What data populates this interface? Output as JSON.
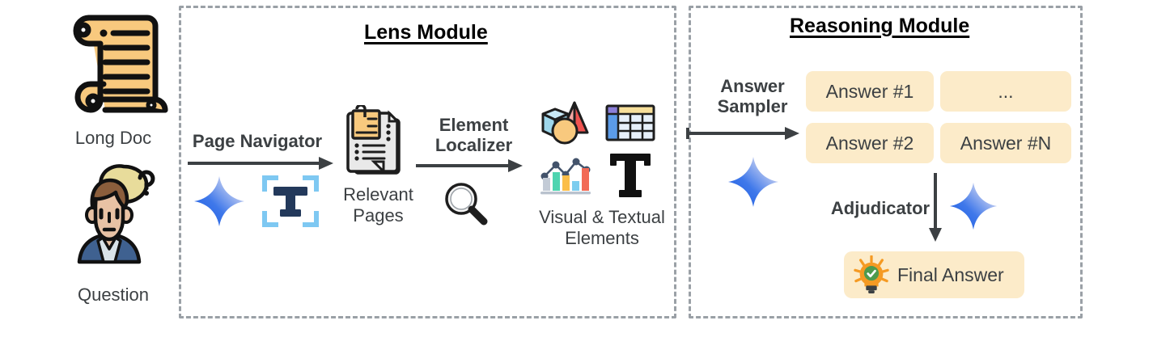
{
  "inputs": [
    {
      "icon": "scroll-document-icon",
      "label": "Long Doc"
    },
    {
      "icon": "person-question-icon",
      "label": "Question"
    }
  ],
  "lens_module": {
    "title": "Lens Module",
    "steps": [
      {
        "label": "Page Navigator",
        "icons": [
          "gemini-sparkle-icon",
          "text-detect-icon"
        ]
      },
      {
        "label": "Element Localizer",
        "icons": [
          "magnifier-icon"
        ]
      }
    ],
    "artifacts": [
      {
        "icon": "documents-stack-icon",
        "label": "Relevant\nPages"
      },
      {
        "icon": "visual-textual-elements-icon",
        "label": "Visual & Textual\nElements"
      }
    ],
    "element_icons": [
      "shapes-3d-icon",
      "table-icon",
      "bar-line-chart-icon",
      "letter-t-icon"
    ]
  },
  "reasoning_module": {
    "title": "Reasoning Module",
    "sampler_label": "Answer\nSampler",
    "sampler_icon": "gemini-sparkle-icon",
    "answers": [
      {
        "text": "Answer #1"
      },
      {
        "text": "..."
      },
      {
        "text": "Answer #2"
      },
      {
        "text": "Answer #N"
      }
    ],
    "adjudicator_label": "Adjudicator",
    "adjudicator_icon": "gemini-sparkle-icon",
    "final_answer": {
      "icon": "lightbulb-check-icon",
      "label": "Final Answer"
    }
  },
  "colors": {
    "frame_dash": "#9aa0a6",
    "answer_box_bg": "#FCEBC9",
    "text_dark": "#3c4043",
    "sparkle_blue": "#1f5fe0",
    "scroll_fill": "#F8C97E",
    "bulb_orange": "#F59A23",
    "check_green": "#4E9A4E"
  }
}
